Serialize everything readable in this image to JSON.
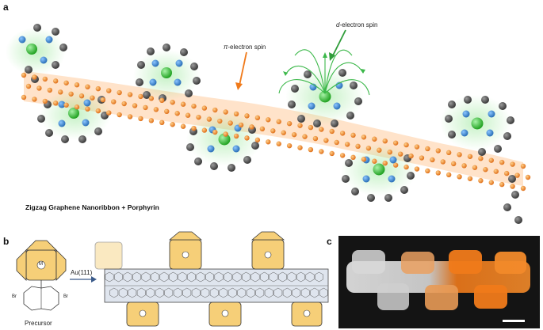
{
  "panels": {
    "a": {
      "letter": "a",
      "pi_spin_prefix": "π",
      "pi_spin_suffix": "-electron spin",
      "d_spin_prefix": "d",
      "d_spin_suffix": "-electron spin",
      "caption": "Zigzag Graphene Nanoribbon + Porphyrin"
    },
    "b": {
      "letter": "b",
      "precursor_label": "Precursor",
      "reaction_label": "Au(111)",
      "br_left": "Br",
      "br_right": "Br",
      "metal_label": "M"
    },
    "c": {
      "letter": "c"
    }
  },
  "colors": {
    "ribbon_orange": "#f08a2a",
    "carbon_dark": "#555555",
    "nitrogen_blue": "#3d8fd6",
    "metal_green": "#3cc23c",
    "porphyrin_fill": "#f6cf78",
    "graphene_fill": "#d9e1ec",
    "stm_bg": "#1a1a1a",
    "stm_orange": "#f07a1a"
  }
}
